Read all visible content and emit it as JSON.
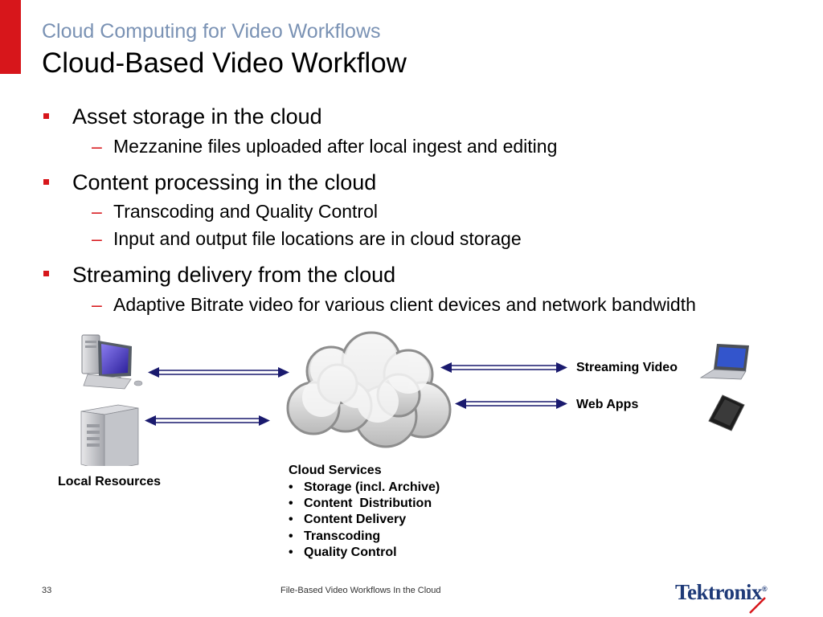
{
  "slide": {
    "supertitle": "Cloud Computing for Video Workflows",
    "title": "Cloud-Based Video Workflow"
  },
  "bullets": [
    {
      "text": "Asset storage in the cloud",
      "subs": [
        "Mezzanine files uploaded after local ingest and editing"
      ]
    },
    {
      "text": "Content processing in the cloud",
      "subs": [
        "Transcoding and Quality Control",
        "Input and output file locations are in cloud storage"
      ]
    },
    {
      "text": "Streaming delivery from the cloud",
      "subs": [
        "Adaptive Bitrate video for various client devices and network bandwidth"
      ]
    }
  ],
  "sub_marker": "–",
  "diagram": {
    "local_label": "Local Resources",
    "cloud_heading": "Cloud Services",
    "cloud_items": [
      "Storage (incl. Archive)",
      "Content  Distribution",
      "Content Delivery",
      "Transcoding",
      "Quality Control"
    ],
    "cloud_bullet": "•",
    "streaming_label": "Streaming Video",
    "webapps_label": "Web Apps",
    "icons": [
      "desktop-computer-icon",
      "server-tower-icon",
      "cloud-icon",
      "laptop-icon",
      "tablet-icon"
    ]
  },
  "footer": {
    "page_number": "33",
    "text": "File-Based Video Workflows In the Cloud",
    "logo": "Tektronix",
    "logo_mark": "®"
  },
  "colors": {
    "accent": "#d7161b",
    "supertitle": "#7a92b4",
    "arrow": "#1a1a6e",
    "logo": "#1e3a78"
  }
}
